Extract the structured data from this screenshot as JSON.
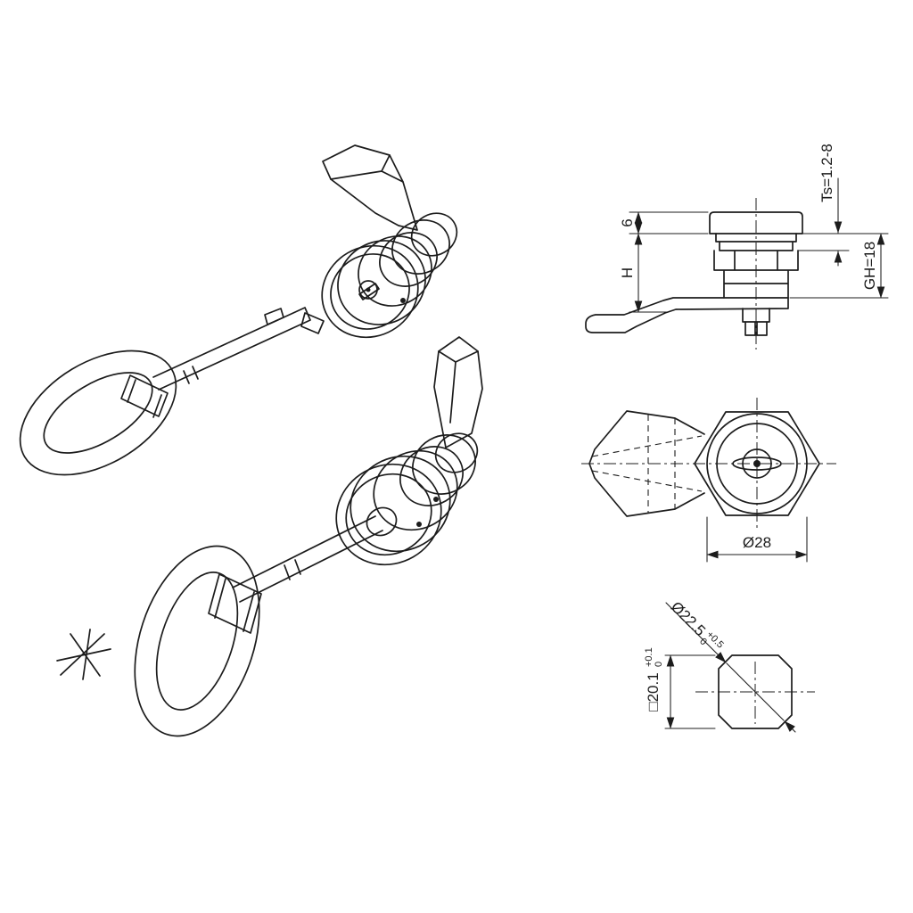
{
  "page": {
    "background": "#ffffff",
    "line_color": "#1c1c1c"
  },
  "side_view": {
    "cap_height": "6",
    "height": "H",
    "panel_thickness": "Ts=1.2-8",
    "grip_height": "GH=18"
  },
  "front_view": {
    "diameter": "Ø28"
  },
  "cutout_view": {
    "diameter": "Ø22.5",
    "diameter_tol_upper": "+0.5",
    "diameter_tol_lower": "0",
    "square": "□20.1",
    "square_tol_upper": "+0.1",
    "square_tol_lower": "0"
  }
}
